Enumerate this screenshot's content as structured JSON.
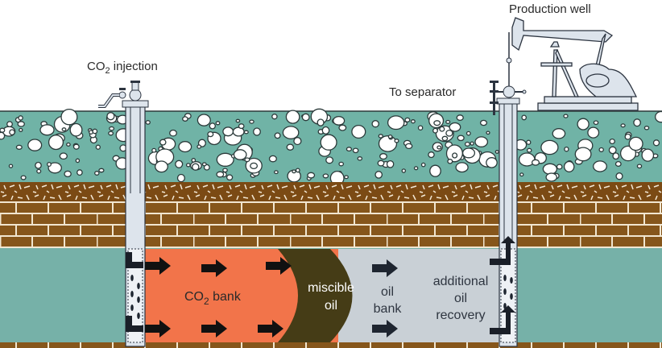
{
  "diagram": {
    "title": "CO2 enhanced oil recovery",
    "labels": {
      "injection_prefix": "CO",
      "injection_sub": "2",
      "injection_suffix": " injection",
      "production_well": "Production well",
      "to_separator": "To separator",
      "co2_bank_prefix": "CO",
      "co2_bank_sub": "2",
      "co2_bank_suffix": " bank",
      "miscible_1": "miscible",
      "miscible_2": "oil",
      "oil_bank_1": "oil",
      "oil_bank_2": "bank",
      "additional_1": "additional",
      "additional_2": "oil",
      "additional_3": "recovery"
    },
    "layers": [
      "gravel soil",
      "brown sediment",
      "brick rock",
      "reservoir"
    ],
    "colors": {
      "gravel": "#6fb3a6",
      "sediment": "#7a4a14",
      "brick": "#8a5a1c",
      "reservoir": "#75b1a8",
      "co2_bank": "#f27448",
      "miscible_oil": "#453c16",
      "oil_bank": "#c9d0d6",
      "equipment": "#dfe5ec",
      "arrow": "#111111"
    }
  }
}
